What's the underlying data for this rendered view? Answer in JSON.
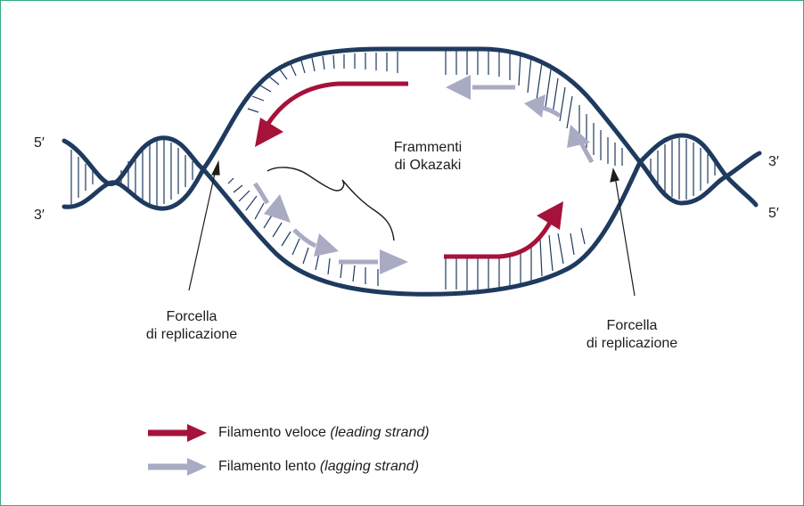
{
  "labels": {
    "left_top": "5′",
    "left_bottom": "3′",
    "right_top": "3′",
    "right_bottom": "5′",
    "okazaki_line1": "Frammenti",
    "okazaki_line2": "di Okazaki",
    "fork_left_line1": "Forcella",
    "fork_left_line2": "di replicazione",
    "fork_right_line1": "Forcella",
    "fork_right_line2": "di replicazione"
  },
  "legend": {
    "leading_label": "Filamento veloce",
    "leading_italic": "(leading strand)",
    "lagging_label": "Filamento lento",
    "lagging_italic": "(lagging strand)"
  },
  "colors": {
    "strand": "#1f3a5f",
    "leading": "#a5123a",
    "lagging": "#a9abc3",
    "frame": "#39a97a"
  }
}
